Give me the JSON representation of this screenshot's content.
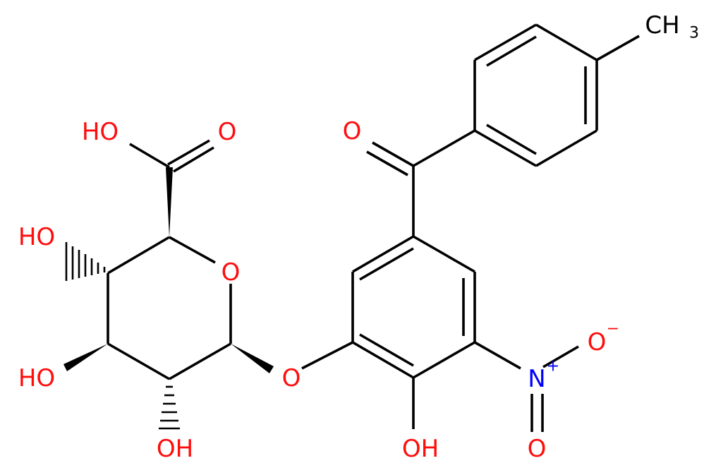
{
  "molecule": {
    "colors": {
      "bond": "#000000",
      "oxygen": "#ff0d0d",
      "nitrogen": "#0000ff",
      "carbon": "#000000"
    },
    "labels": {
      "acid_oh": "HO",
      "acid_o": "O",
      "ring_o": "O",
      "oh_c4": "HO",
      "oh_c3": "HO",
      "oh_c2": "OH",
      "ether_o": "O",
      "phenol_oh": "OH",
      "ketone_o": "O",
      "nitro_n": "N",
      "nitro_n_charge": "+",
      "nitro_o_minus": "O",
      "nitro_o_minus_charge": "−",
      "nitro_o": "O",
      "methyl_c": "CH",
      "methyl_sub": "3"
    }
  }
}
